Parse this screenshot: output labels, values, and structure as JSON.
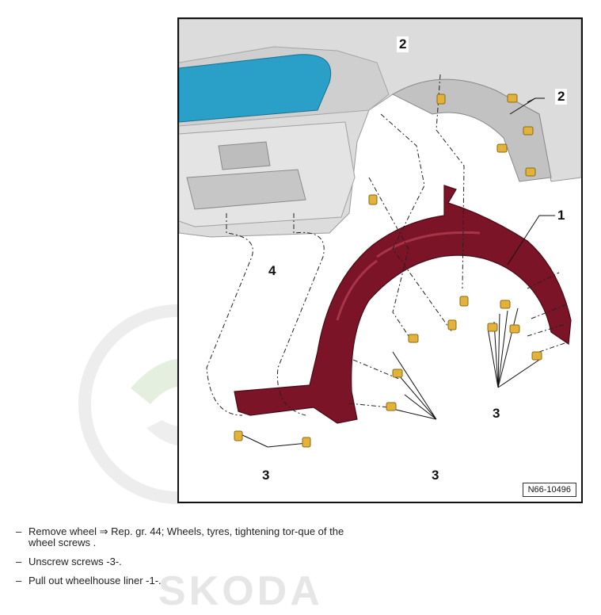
{
  "figure": {
    "reference": "N66-10496",
    "callouts": {
      "liner": "1",
      "screw_top_a": "2",
      "screw_top_b": "2",
      "screw_right": "3",
      "screw_bottom_left": "3",
      "screw_bottom_mid": "3",
      "bumper_clip": "4"
    },
    "colors": {
      "liner": "#7a1426",
      "headlight": "#2aa0c8",
      "screw": "#e2b23a",
      "body": "#d9d9d9"
    }
  },
  "watermark": {
    "text": "SKODA"
  },
  "steps": [
    {
      "dash": "–",
      "text": "Remove wheel ⇒ Rep. gr. 44; Wheels, tyres, tightening tor-que of the wheel screws ."
    },
    {
      "dash": "–",
      "text": "Unscrew screws -3-."
    },
    {
      "dash": "–",
      "text": "Pull out wheelhouse liner -1-."
    }
  ]
}
